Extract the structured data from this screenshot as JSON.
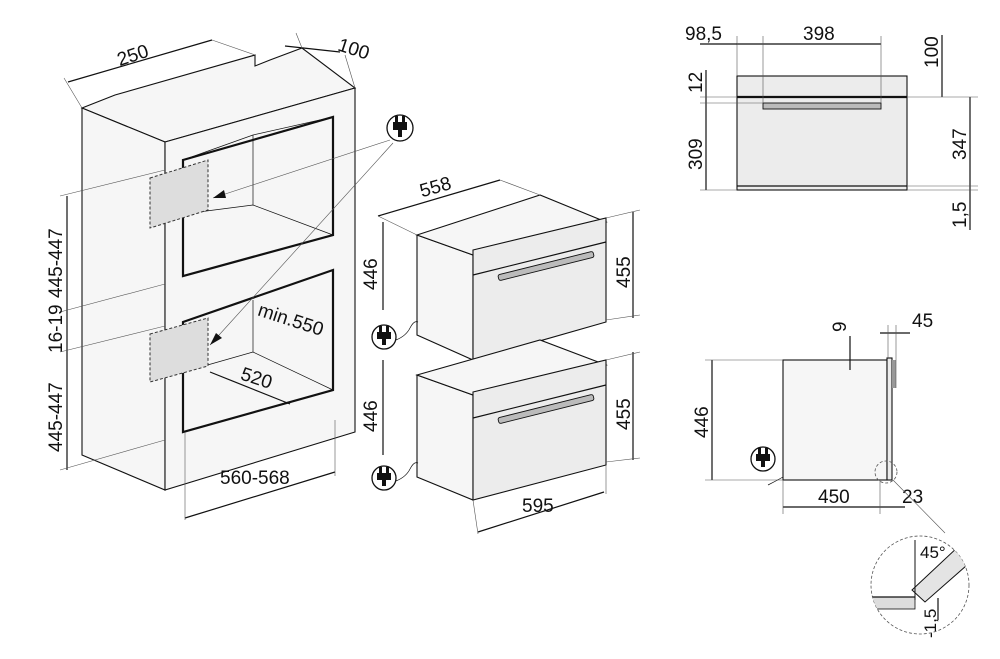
{
  "iso_view": {
    "dims": {
      "depth_top": "250",
      "depth_rear": "100",
      "height_upper": "445-447",
      "gap": "16-19",
      "height_lower": "445-447",
      "width": "560-568",
      "min_depth": "min.550",
      "inner_depth": "520"
    }
  },
  "appliance_view": {
    "dims": {
      "depth": "558",
      "niche_upper": "446",
      "front_upper": "455",
      "niche_lower": "446",
      "front_lower": "455",
      "width": "595"
    }
  },
  "front_view": {
    "dims": {
      "offset": "98,5",
      "width": "398",
      "top": "100",
      "top_gap": "12",
      "height": "309",
      "total": "347",
      "bottom": "1,5"
    }
  },
  "side_view": {
    "dims": {
      "gap": "9",
      "panel": "45",
      "height": "446",
      "depth": "450",
      "front": "23"
    }
  },
  "detail_view": {
    "dims": {
      "angle": "45°",
      "offset": "-1,5"
    }
  }
}
